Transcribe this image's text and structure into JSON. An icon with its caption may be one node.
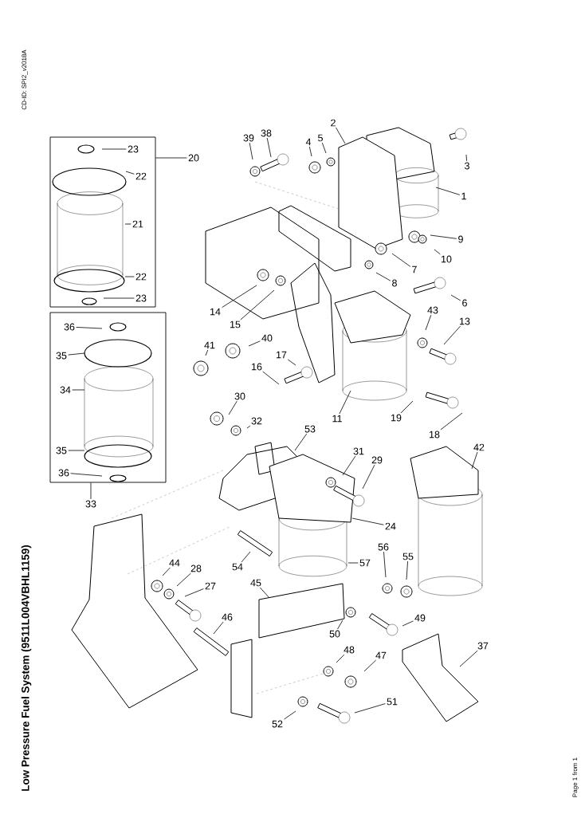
{
  "diagram": {
    "title": "Low Pressure Fuel System (9511L004VBHL1159)",
    "nodes": [
      {
        "text": [],
        "shape": "box"
      },
      {
        "text": [],
        "shape": "box"
      },
      {
        "text": [
          "23"
        ],
        "in": 0
      },
      {
        "text": [
          "22"
        ],
        "in": 0
      },
      {
        "text": [
          "21"
        ],
        "in": 0
      },
      {
        "text": [
          "22"
        ],
        "in": 0
      },
      {
        "text": [
          "23"
        ],
        "in": 0
      },
      {
        "text": [
          "20"
        ]
      },
      {
        "text": [
          "36"
        ],
        "in": 1
      },
      {
        "text": [
          "35"
        ],
        "in": 1
      },
      {
        "text": [
          "34"
        ],
        "in": 1
      },
      {
        "text": [
          "35"
        ],
        "in": 1
      },
      {
        "text": [
          "36"
        ],
        "in": 1
      },
      {
        "text": [
          "33"
        ]
      },
      {
        "text": [
          "39"
        ]
      },
      {
        "text": [
          "38"
        ]
      },
      {
        "text": [
          "4"
        ]
      },
      {
        "text": [
          "5"
        ]
      },
      {
        "text": [
          "2"
        ]
      },
      {
        "text": [
          "3"
        ]
      },
      {
        "text": [
          "1"
        ]
      },
      {
        "text": [
          "9"
        ]
      },
      {
        "text": [
          "10"
        ]
      },
      {
        "text": [
          "7"
        ]
      },
      {
        "text": [
          "8"
        ]
      },
      {
        "text": [
          "6"
        ]
      },
      {
        "text": [
          "14"
        ]
      },
      {
        "text": [
          "15"
        ]
      },
      {
        "text": [
          "43"
        ]
      },
      {
        "text": [
          "13"
        ]
      },
      {
        "text": [
          "41"
        ]
      },
      {
        "text": [
          "40"
        ]
      },
      {
        "text": [
          "17"
        ]
      },
      {
        "text": [
          "16"
        ]
      },
      {
        "text": [
          "19"
        ]
      },
      {
        "text": [
          "18"
        ]
      },
      {
        "text": [
          "11"
        ]
      },
      {
        "text": [
          "30"
        ]
      },
      {
        "text": [
          "32"
        ]
      },
      {
        "text": [
          "53"
        ]
      },
      {
        "text": [
          "31"
        ]
      },
      {
        "text": [
          "29"
        ]
      },
      {
        "text": [
          "24"
        ]
      },
      {
        "text": [
          "42"
        ]
      },
      {
        "text": [
          "54"
        ]
      },
      {
        "text": [
          "57"
        ]
      },
      {
        "text": [
          "56"
        ]
      },
      {
        "text": [
          "55"
        ]
      },
      {
        "text": [
          "44"
        ]
      },
      {
        "text": [
          "28"
        ]
      },
      {
        "text": [
          "27"
        ]
      },
      {
        "text": [
          "45"
        ]
      },
      {
        "text": [
          "46"
        ]
      },
      {
        "text": [
          "49"
        ]
      },
      {
        "text": [
          "50"
        ]
      },
      {
        "text": [
          "48"
        ]
      },
      {
        "text": [
          "47"
        ]
      },
      {
        "text": [
          "37"
        ]
      },
      {
        "text": [
          "51"
        ]
      },
      {
        "text": [
          "52"
        ]
      }
    ],
    "edges": [
      {
        "from": 2,
        "to": null,
        "arrow": "none"
      },
      {
        "from": 3,
        "to": null,
        "arrow": "none"
      },
      {
        "from": 4,
        "to": null,
        "arrow": "none"
      },
      {
        "from": 5,
        "to": null,
        "arrow": "none"
      },
      {
        "from": 6,
        "to": null,
        "arrow": "none"
      },
      {
        "from": 7,
        "to": 0,
        "arrow": "none"
      },
      {
        "from": 8,
        "to": null,
        "arrow": "none"
      },
      {
        "from": 9,
        "to": null,
        "arrow": "none"
      },
      {
        "from": 10,
        "to": null,
        "arrow": "none"
      },
      {
        "from": 11,
        "to": null,
        "arrow": "none"
      },
      {
        "from": 12,
        "to": null,
        "arrow": "none"
      },
      {
        "from": 13,
        "to": 1,
        "arrow": "none"
      },
      {
        "from": 14,
        "to": null,
        "arrow": "none"
      },
      {
        "from": 15,
        "to": null,
        "arrow": "none"
      },
      {
        "from": 16,
        "to": null,
        "arrow": "none"
      },
      {
        "from": 17,
        "to": null,
        "arrow": "none"
      },
      {
        "from": 18,
        "to": null,
        "arrow": "none"
      },
      {
        "from": 19,
        "to": null,
        "arrow": "none"
      },
      {
        "from": 20,
        "to": null,
        "arrow": "none"
      },
      {
        "from": 21,
        "to": null,
        "arrow": "none"
      },
      {
        "from": 22,
        "to": null,
        "arrow": "none"
      },
      {
        "from": 23,
        "to": null,
        "arrow": "none"
      },
      {
        "from": 24,
        "to": null,
        "arrow": "none"
      },
      {
        "from": 25,
        "to": null,
        "arrow": "none"
      },
      {
        "from": 26,
        "to": null,
        "arrow": "none"
      },
      {
        "from": 27,
        "to": null,
        "arrow": "none"
      },
      {
        "from": 28,
        "to": null,
        "arrow": "none"
      },
      {
        "from": 29,
        "to": null,
        "arrow": "none"
      },
      {
        "from": 30,
        "to": null,
        "arrow": "none"
      },
      {
        "from": 31,
        "to": null,
        "arrow": "none"
      },
      {
        "from": 32,
        "to": null,
        "arrow": "none"
      },
      {
        "from": 33,
        "to": null,
        "arrow": "none"
      },
      {
        "from": 34,
        "to": null,
        "arrow": "none"
      },
      {
        "from": 35,
        "to": null,
        "arrow": "none"
      },
      {
        "from": 36,
        "to": null,
        "arrow": "none"
      },
      {
        "from": 37,
        "to": null,
        "arrow": "none"
      },
      {
        "from": 38,
        "to": null,
        "arrow": "none"
      },
      {
        "from": 39,
        "to": null,
        "arrow": "none"
      },
      {
        "from": 40,
        "to": null,
        "arrow": "none"
      },
      {
        "from": 41,
        "to": null,
        "arrow": "none"
      },
      {
        "from": 42,
        "to": null,
        "arrow": "none"
      },
      {
        "from": 43,
        "to": null,
        "arrow": "none"
      },
      {
        "from": 44,
        "to": null,
        "arrow": "none"
      },
      {
        "from": 45,
        "to": null,
        "arrow": "none"
      },
      {
        "from": 46,
        "to": null,
        "arrow": "none"
      },
      {
        "from": 47,
        "to": null,
        "arrow": "none"
      },
      {
        "from": 48,
        "to": null,
        "arrow": "none"
      },
      {
        "from": 49,
        "to": null,
        "arrow": "none"
      },
      {
        "from": 50,
        "to": null,
        "arrow": "none"
      },
      {
        "from": 51,
        "to": null,
        "arrow": "none"
      },
      {
        "from": 52,
        "to": null,
        "arrow": "none"
      },
      {
        "from": 53,
        "to": null,
        "arrow": "none"
      },
      {
        "from": 54,
        "to": null,
        "arrow": "none"
      },
      {
        "from": 55,
        "to": null,
        "arrow": "none"
      },
      {
        "from": 56,
        "to": null,
        "arrow": "none"
      },
      {
        "from": 57,
        "to": null,
        "arrow": "none"
      },
      {
        "from": 58,
        "to": null,
        "arrow": "none"
      },
      {
        "from": 59,
        "to": null,
        "arrow": "none"
      }
    ],
    "labels": [
      "CD-ID: SPI2_v2018A",
      "Page 1 from 1"
    ]
  }
}
